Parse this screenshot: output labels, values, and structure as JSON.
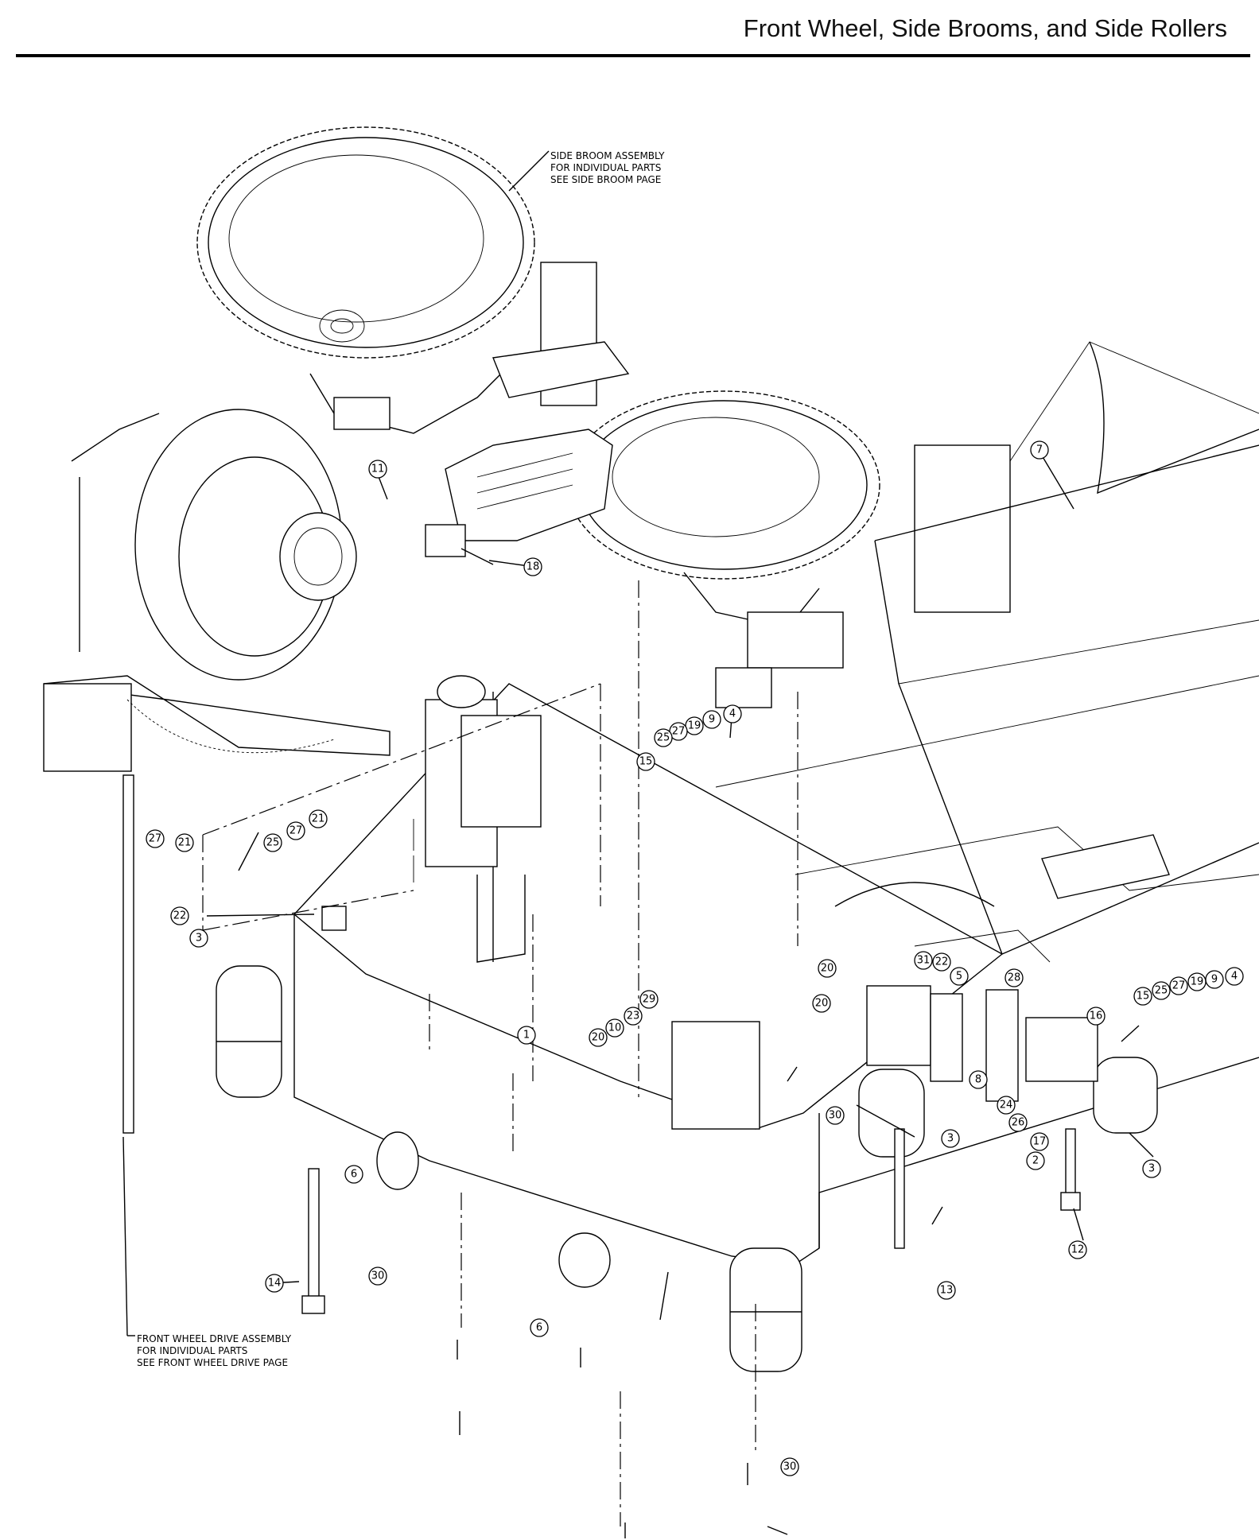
{
  "header": {
    "title": "Front Wheel, Side Brooms, and Side Rollers"
  },
  "notes": {
    "side_broom": [
      "SIDE BROOM ASSEMBLY",
      "FOR INDIVIDUAL PARTS",
      "SEE SIDE BROOM PAGE"
    ],
    "front_wheel": [
      "FRONT WHEEL DRIVE ASSEMBLY",
      "FOR INDIVIDUAL PARTS",
      "SEE FRONT WHEEL DRIVE PAGE"
    ]
  },
  "callouts": [
    {
      "id": "c11",
      "label": "11"
    },
    {
      "id": "c18",
      "label": "18"
    },
    {
      "id": "c7",
      "label": "7"
    },
    {
      "id": "c4a",
      "label": "4"
    },
    {
      "id": "c9a",
      "label": "9"
    },
    {
      "id": "c19a",
      "label": "19"
    },
    {
      "id": "c27a",
      "label": "27"
    },
    {
      "id": "c25a",
      "label": "25"
    },
    {
      "id": "c15a",
      "label": "15"
    },
    {
      "id": "c21a",
      "label": "21"
    },
    {
      "id": "c27b",
      "label": "27"
    },
    {
      "id": "c25b",
      "label": "25"
    },
    {
      "id": "c27c",
      "label": "27"
    },
    {
      "id": "c21b",
      "label": "21"
    },
    {
      "id": "c22a",
      "label": "22"
    },
    {
      "id": "c3a",
      "label": "3"
    },
    {
      "id": "c29",
      "label": "29"
    },
    {
      "id": "c23",
      "label": "23"
    },
    {
      "id": "c10",
      "label": "10"
    },
    {
      "id": "c20a",
      "label": "20"
    },
    {
      "id": "c1",
      "label": "1"
    },
    {
      "id": "c30a",
      "label": "30"
    },
    {
      "id": "c20b",
      "label": "20"
    },
    {
      "id": "c20c",
      "label": "20"
    },
    {
      "id": "c31",
      "label": "31"
    },
    {
      "id": "c22b",
      "label": "22"
    },
    {
      "id": "c5",
      "label": "5"
    },
    {
      "id": "c28",
      "label": "28"
    },
    {
      "id": "c8",
      "label": "8"
    },
    {
      "id": "c3b",
      "label": "3"
    },
    {
      "id": "c15b",
      "label": "15"
    },
    {
      "id": "c25c",
      "label": "25"
    },
    {
      "id": "c27d",
      "label": "27"
    },
    {
      "id": "c19b",
      "label": "19"
    },
    {
      "id": "c9b",
      "label": "9"
    },
    {
      "id": "c4b",
      "label": "4"
    },
    {
      "id": "c16",
      "label": "16"
    },
    {
      "id": "c24",
      "label": "24"
    },
    {
      "id": "c26",
      "label": "26"
    },
    {
      "id": "c17",
      "label": "17"
    },
    {
      "id": "c2",
      "label": "2"
    },
    {
      "id": "c3c",
      "label": "3"
    },
    {
      "id": "c6a",
      "label": "6"
    },
    {
      "id": "c30b",
      "label": "30"
    },
    {
      "id": "c14",
      "label": "14"
    },
    {
      "id": "c13",
      "label": "13"
    },
    {
      "id": "c12",
      "label": "12"
    },
    {
      "id": "c6b",
      "label": "6"
    },
    {
      "id": "c30c",
      "label": "30"
    }
  ]
}
